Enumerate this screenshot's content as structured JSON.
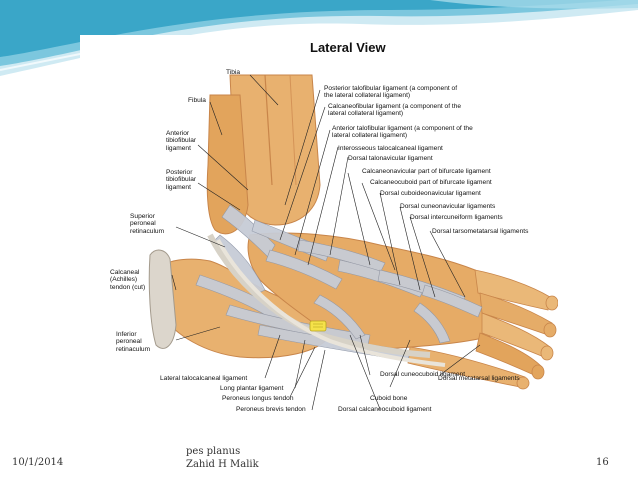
{
  "colors": {
    "accent_teal": "#3aa6c8",
    "accent_light": "#a8dbea",
    "bone": "#e8b16f",
    "bone_dark": "#c8854a",
    "ligament": "#c7ccd6",
    "highlight": "#f5e24a"
  },
  "figure": {
    "title": "Lateral View",
    "labels": {
      "tibia": "Tibia",
      "fibula": "Fibula",
      "ant_tibiofibular": "Anterior tibiofibular ligament",
      "post_tibiofibular": "Posterior tibiofibular ligament",
      "sup_peroneal": "Superior peroneal retinaculum",
      "calcaneal_tendon": "Calcaneal (Achilles) tendon (cut)",
      "inf_peroneal": "Inferior peroneal retinaculum",
      "post_talofibular": "Posterior talofibular ligament (a component of the lateral collateral ligament)",
      "calcaneofibular": "Calcaneofibular ligament (a component of the lateral collateral ligament)",
      "ant_talofibular": "Anterior talofibular ligament (a component of the lateral collateral ligament)",
      "interosseous": "Interosseous talocalcaneal ligament",
      "dorsal_talonavicular": "Dorsal talonavicular ligament",
      "calcaneonavicular": "Calcaneonavicular part of bifurcate ligament",
      "calcaneocuboid_bif": "Calcaneocuboid part of bifurcate ligament",
      "dorsal_cuboideonavicular": "Dorsal cuboideonavicular ligament",
      "dorsal_cuneonavicular": "Dorsal cuneonavicular ligaments",
      "dorsal_intercuneiform": "Dorsal intercuneiform ligaments",
      "dorsal_tarsometatarsal": "Dorsal tarsometatarsal ligaments",
      "lateral_talocalcaneal": "Lateral talocalcaneal ligament",
      "long_plantar": "Long plantar ligament",
      "peroneus_longus": "Peroneus longus tendon",
      "peroneus_brevis": "Peroneus brevis tendon",
      "cuboid_bone": "Cuboid bone",
      "dorsal_calcaneocuboid": "Dorsal calcaneocuboid ligament",
      "dorsal_cuneocuboid": "Dorsal cuneocuboid ligament",
      "dorsal_metatarsal": "Dorsal metatarsal ligaments"
    }
  },
  "footer": {
    "date": "10/1/2014",
    "title_line1": "pes planus",
    "title_line2": "Zahid H Malik",
    "page_number": "16"
  }
}
